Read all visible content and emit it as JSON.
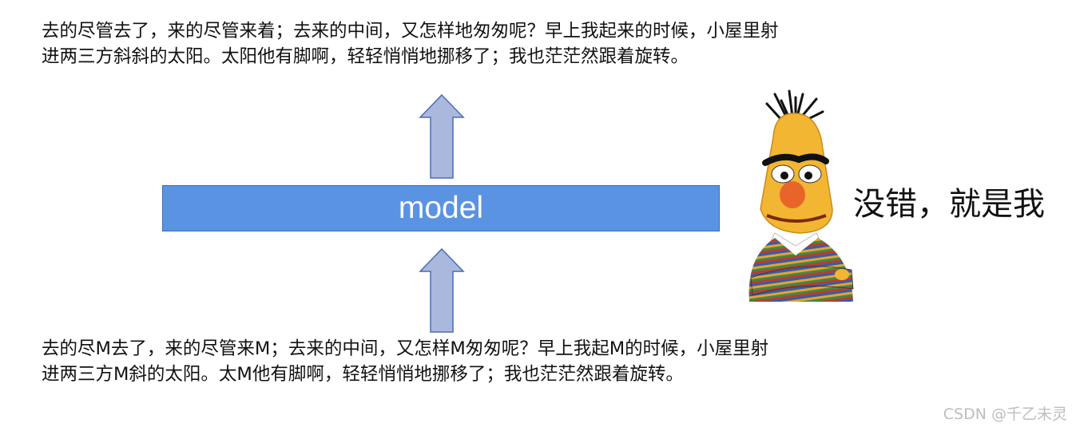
{
  "output_text": {
    "line1": "去的尽管去了，来的尽管来着；去来的中间，又怎样地匆匆呢？早上我起来的时候，小屋里射",
    "line2": "进两三方斜斜的太阳。太阳他有脚啊，轻轻悄悄地挪移了；我也茫茫然跟着旋转。"
  },
  "input_text": {
    "line1": "去的尽M去了，来的尽管来M；去来的中间，又怎样M匆匆呢？早上我起M的时候，小屋里射",
    "line2": "进两三方M斜的太阳。太M他有脚啊，轻轻悄悄地挪移了；我也茫茫然跟着旋转。"
  },
  "model": {
    "label": "model",
    "fill_color": "#5b93e3"
  },
  "arrows": {
    "fill_color": "#abb8de",
    "stroke_color": "#4a6db0"
  },
  "character": {
    "icon": "puppet-character-icon",
    "speech": "没错，就是我"
  },
  "watermark": "CSDN @千乙未灵"
}
